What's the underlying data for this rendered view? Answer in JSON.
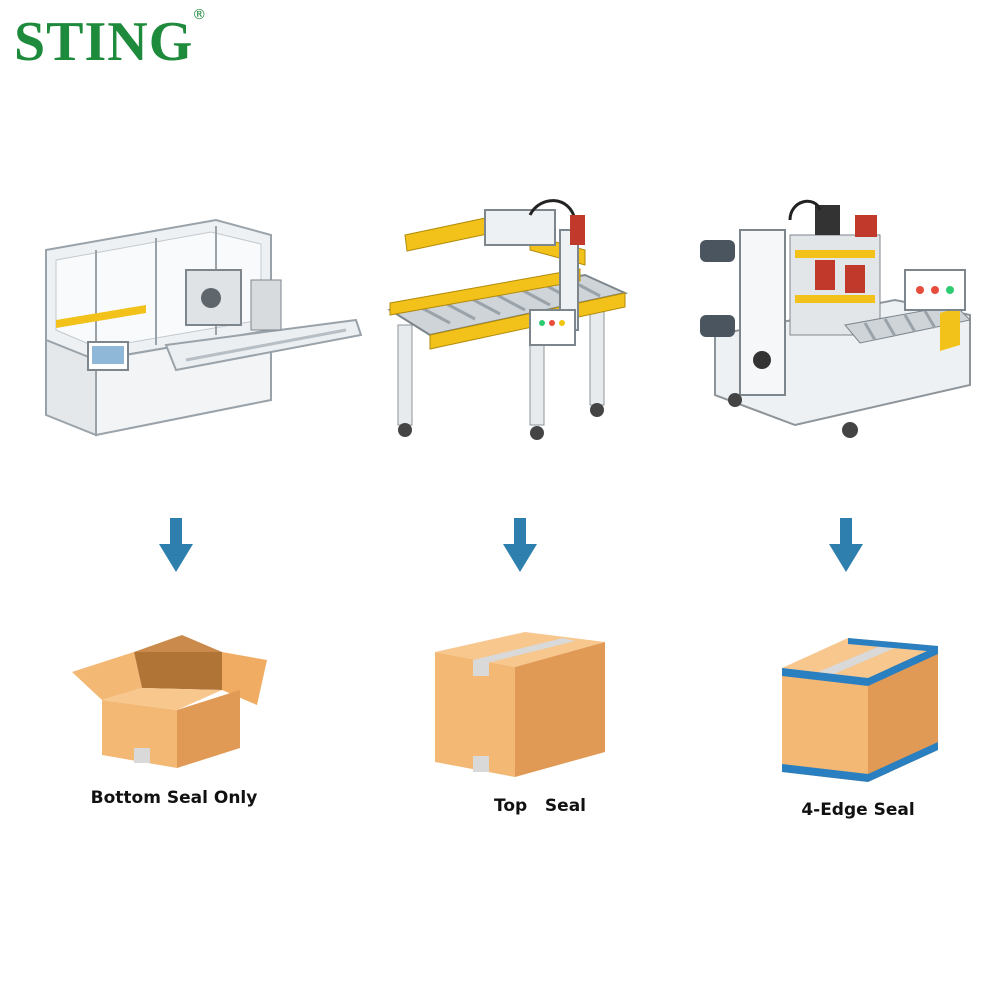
{
  "brand": {
    "name": "STING",
    "reg_mark": "®"
  },
  "columns": [
    {
      "caption": "Bottom Seal Only"
    },
    {
      "caption": "Top   Seal"
    },
    {
      "caption": "4-Edge Seal"
    }
  ],
  "colors": {
    "brand_green": "#1e8a3c",
    "arrow_blue": "#2f7fae",
    "carton": "#f3b874",
    "carton_dark": "#e19a55",
    "tape_grey": "#d9d9d9",
    "edge_tape_blue": "#2a7fc1",
    "machine_yellow": "#f3c21a"
  },
  "icons": [
    "down-arrow-icon",
    "open-box-icon",
    "top-sealed-box-icon",
    "edge-sealed-box-icon"
  ]
}
